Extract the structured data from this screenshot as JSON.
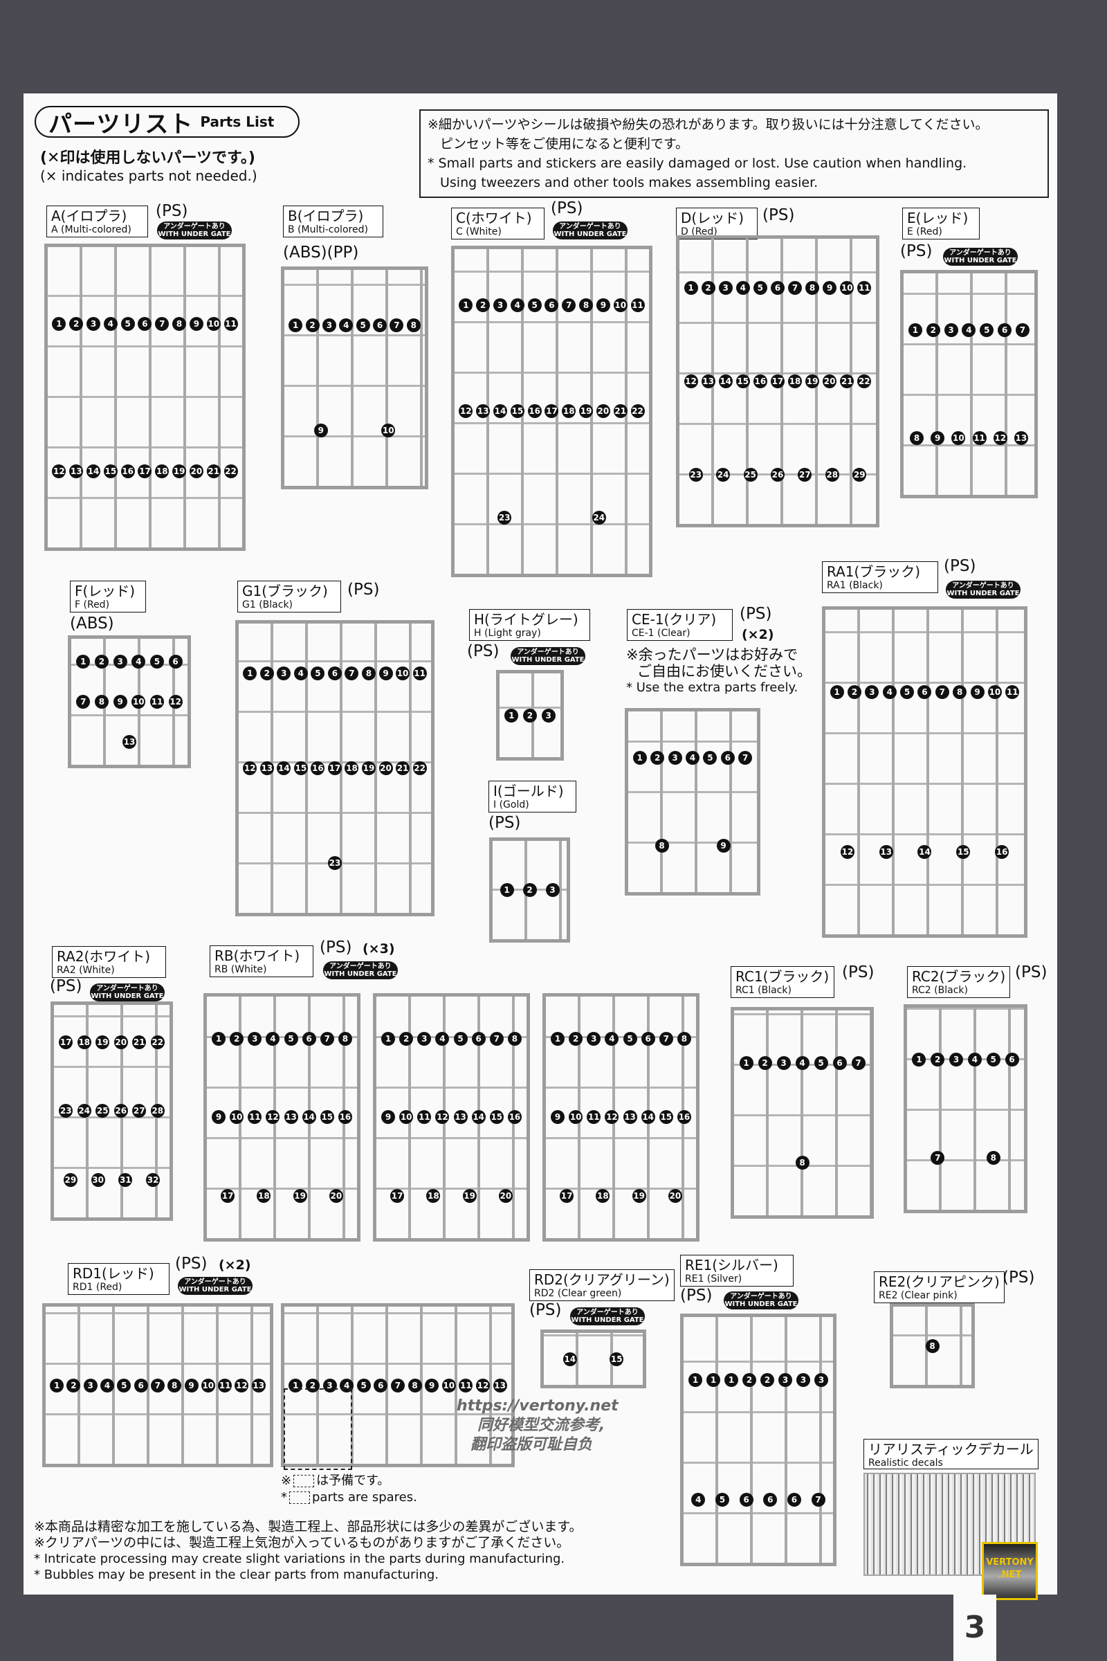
{
  "header": {
    "title_jp": "パーツリスト",
    "title_en": "Parts List",
    "legend_jp": "(✕印は使用しないパーツです。)",
    "legend_en": "(× indicates parts not needed.)"
  },
  "notice": [
    "※細かいパーツやシールは破損や紛失の恐れがあります。取り扱いには十分注意してください。",
    "ピンセット等をご使用になると便利です。",
    "* Small parts and stickers are easily damaged or lost. Use caution when handling.",
    "Using tweezers and other tools makes assembling easier."
  ],
  "gate": {
    "jp": "アンダーゲートあり",
    "en": "WITH UNDER GATE"
  },
  "runners": [
    {
      "id": "A",
      "jp": "A(イロプラ)",
      "en": "A (Multi-colored)",
      "material": "(PS)",
      "gate": true,
      "parts": [
        1,
        2,
        3,
        4,
        5,
        6,
        7,
        8,
        9,
        10,
        11,
        12,
        13,
        14,
        15,
        16,
        17,
        18,
        19,
        20,
        21,
        22
      ]
    },
    {
      "id": "B",
      "jp": "B(イロプラ)",
      "en": "B (Multi-colored)",
      "material": "(ABS)(PP)",
      "gate": false,
      "parts": [
        1,
        2,
        3,
        4,
        5,
        6,
        7,
        8,
        9,
        10
      ]
    },
    {
      "id": "C",
      "jp": "C(ホワイト)",
      "en": "C (White)",
      "material": "(PS)",
      "gate": true,
      "parts": [
        1,
        2,
        3,
        4,
        5,
        6,
        7,
        8,
        9,
        10,
        11,
        12,
        13,
        14,
        15,
        16,
        17,
        18,
        19,
        20,
        21,
        22,
        23,
        24
      ]
    },
    {
      "id": "D",
      "jp": "D(レッド)",
      "en": "D (Red)",
      "material": "(PS)",
      "gate": false,
      "parts": [
        1,
        2,
        3,
        4,
        5,
        6,
        7,
        8,
        9,
        10,
        11,
        12,
        13,
        14,
        15,
        16,
        17,
        18,
        19,
        20,
        21,
        22,
        23,
        24,
        25,
        26,
        27,
        28,
        29
      ]
    },
    {
      "id": "E",
      "jp": "E(レッド)",
      "en": "E (Red)",
      "material": "(PS)",
      "gate": true,
      "parts": [
        1,
        2,
        3,
        4,
        5,
        6,
        7,
        8,
        9,
        10,
        11,
        12,
        13
      ]
    },
    {
      "id": "F",
      "jp": "F(レッド)",
      "en": "F (Red)",
      "material": "(ABS)",
      "gate": false,
      "parts": [
        1,
        2,
        3,
        4,
        5,
        6,
        7,
        8,
        9,
        10,
        11,
        12,
        13
      ]
    },
    {
      "id": "G1",
      "jp": "G1(ブラック)",
      "en": "G1 (Black)",
      "material": "(PS)",
      "gate": false,
      "parts": [
        1,
        2,
        3,
        4,
        5,
        6,
        7,
        8,
        9,
        10,
        11,
        12,
        13,
        14,
        15,
        16,
        17,
        18,
        19,
        20,
        21,
        22,
        23
      ]
    },
    {
      "id": "H",
      "jp": "H(ライトグレー)",
      "en": "H (Light gray)",
      "material": "(PS)",
      "gate": true,
      "parts": [
        1,
        2,
        3
      ]
    },
    {
      "id": "I",
      "jp": "I(ゴールド)",
      "en": "I (Gold)",
      "material": "(PS)",
      "gate": false,
      "parts": [
        1,
        2,
        3
      ]
    },
    {
      "id": "CE1",
      "jp": "CE-1(クリア)",
      "en": "CE-1 (Clear)",
      "material": "(PS)",
      "qty": "(×2)",
      "gate": false,
      "parts": [
        1,
        2,
        3,
        4,
        5,
        6,
        7,
        8,
        9
      ]
    },
    {
      "id": "RA1",
      "jp": "RA1(ブラック)",
      "en": "RA1 (Black)",
      "material": "(PS)",
      "gate": true,
      "parts": [
        1,
        2,
        3,
        4,
        5,
        6,
        7,
        8,
        9,
        10,
        11,
        12,
        13,
        14,
        15,
        16
      ]
    },
    {
      "id": "RA2",
      "jp": "RA2(ホワイト)",
      "en": "RA2 (White)",
      "material": "(PS)",
      "gate": true,
      "parts": [
        17,
        18,
        19,
        20,
        21,
        22,
        23,
        24,
        25,
        26,
        27,
        28,
        29,
        30,
        31,
        32
      ]
    },
    {
      "id": "RB",
      "jp": "RB(ホワイト)",
      "en": "RB (White)",
      "material": "(PS)",
      "qty": "(×3)",
      "gate": true,
      "parts": [
        1,
        2,
        3,
        4,
        5,
        6,
        7,
        8,
        9,
        10,
        11,
        12,
        13,
        14,
        15,
        16,
        17,
        18,
        19,
        20
      ]
    },
    {
      "id": "RC1",
      "jp": "RC1(ブラック)",
      "en": "RC1 (Black)",
      "material": "(PS)",
      "gate": false,
      "parts": [
        1,
        2,
        3,
        4,
        5,
        6,
        7,
        8
      ]
    },
    {
      "id": "RC2",
      "jp": "RC2(ブラック)",
      "en": "RC2 (Black)",
      "material": "(PS)",
      "gate": false,
      "parts": [
        1,
        2,
        3,
        4,
        5,
        6,
        7,
        8
      ]
    },
    {
      "id": "RD1",
      "jp": "RD1(レッド)",
      "en": "RD1 (Red)",
      "material": "(PS)",
      "qty": "(×2)",
      "gate": true,
      "parts": [
        1,
        2,
        3,
        4,
        5,
        6,
        7,
        8,
        9,
        10,
        11,
        12,
        13
      ]
    },
    {
      "id": "RD2",
      "jp": "RD2(クリアグリーン)",
      "en": "RD2 (Clear green)",
      "material": "(PS)",
      "gate": true,
      "parts": [
        14,
        15
      ]
    },
    {
      "id": "RE1",
      "jp": "RE1(シルバー)",
      "en": "RE1 (Silver)",
      "material": "(PS)",
      "gate": true,
      "parts": [
        1,
        1,
        1,
        2,
        2,
        3,
        3,
        3,
        4,
        5,
        6,
        6,
        6,
        7
      ]
    },
    {
      "id": "RE2",
      "jp": "RE2(クリアピンク)",
      "en": "RE2 (Clear pink)",
      "material": "(PS)",
      "gate": false,
      "parts": [
        8
      ]
    }
  ],
  "extra_note": [
    "※余ったパーツはお好みで",
    "ご自由にお使いください。",
    "* Use the extra parts freely."
  ],
  "spare_note": {
    "jp": "は予備です。",
    "en": "parts are spares."
  },
  "decals": {
    "jp": "リアリスティックデカール",
    "en": "Realistic decals"
  },
  "footer_notes": [
    "※本商品は精密な加工を施している為、製造工程上、部品形状には多少の差異がございます。",
    "※クリアパーツの中には、製造工程上気泡が入っているものがありますがご了承ください。",
    "* Intricate processing may create slight variations in the parts during manufacturing.",
    "* Bubbles may be present in the clear parts from manufacturing."
  ],
  "watermark": [
    "https://vertony.net",
    "同好模型交流参考,",
    "翻印盗版可耻自负"
  ],
  "logo": {
    "line1": "VERTONY",
    "line2": ".NET"
  },
  "page_number": "3"
}
